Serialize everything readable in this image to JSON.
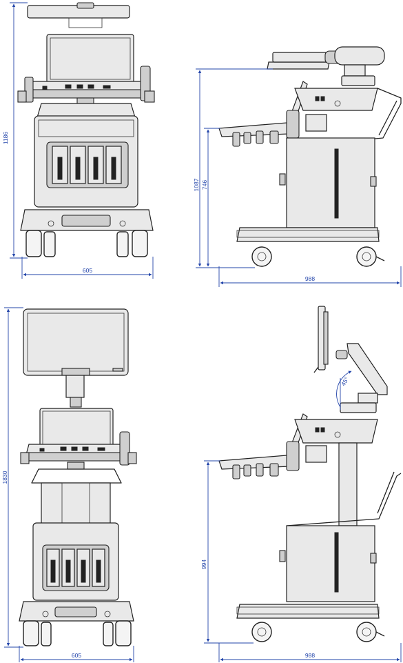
{
  "views": {
    "front_low": {
      "height": "1186",
      "width": "605"
    },
    "side_low": {
      "height_outer": "1087",
      "height_inner": "746",
      "depth": "988"
    },
    "front_high": {
      "height": "1830",
      "width": "605"
    },
    "side_high": {
      "height": "994",
      "depth": "988",
      "angle": "45°"
    }
  },
  "colors": {
    "dimension": "#2244aa",
    "outline": "#222222",
    "fill": "#e9e9e9"
  }
}
